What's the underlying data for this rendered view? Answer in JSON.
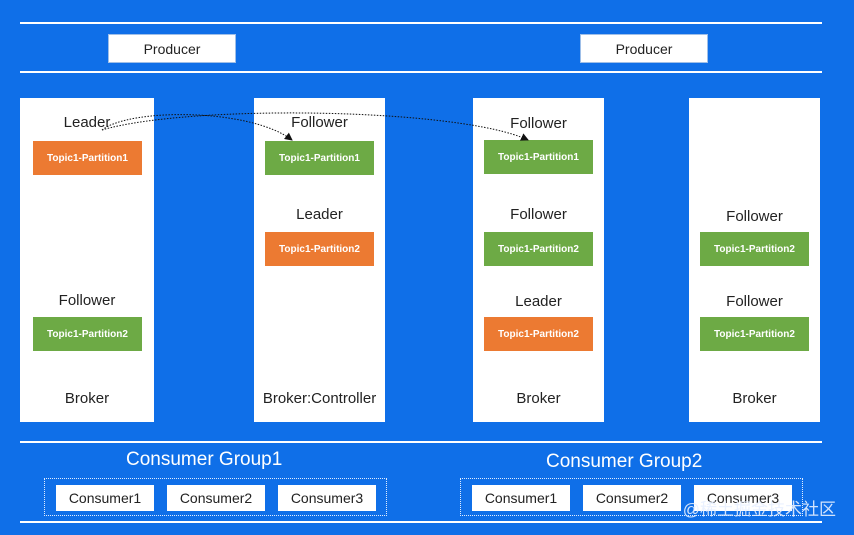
{
  "producers": [
    "Producer",
    "Producer"
  ],
  "brokers": [
    {
      "name": "Broker",
      "roles": [
        "Leader",
        "Follower"
      ],
      "partitions": [
        "Topic1-Partition1",
        "Topic1-Partition2"
      ]
    },
    {
      "name": "Broker:Controller",
      "roles": [
        "Follower",
        "Leader"
      ],
      "partitions": [
        "Topic1-Partition1",
        "Topic1-Partition2"
      ]
    },
    {
      "name": "Broker",
      "roles": [
        "Follower",
        "Follower",
        "Leader"
      ],
      "partitions": [
        "Topic1-Partition1",
        "Topic1-Partition2",
        "Topic1-Partition2"
      ]
    },
    {
      "name": "Broker",
      "roles": [
        "Follower",
        "Follower"
      ],
      "partitions": [
        "Topic1-Partition2",
        "Topic1-Partition2"
      ]
    }
  ],
  "groups": [
    {
      "title": "Consumer Group1",
      "consumers": [
        "Consumer1",
        "Consumer2",
        "Consumer3"
      ]
    },
    {
      "title": "Consumer Group2",
      "consumers": [
        "Consumer1",
        "Consumer2",
        "Consumer3"
      ]
    }
  ],
  "watermark": "@稀土掘金技术社区",
  "colors": {
    "background": "#0f6fe8",
    "leader": "#ec7a32",
    "follower": "#6daa45"
  }
}
